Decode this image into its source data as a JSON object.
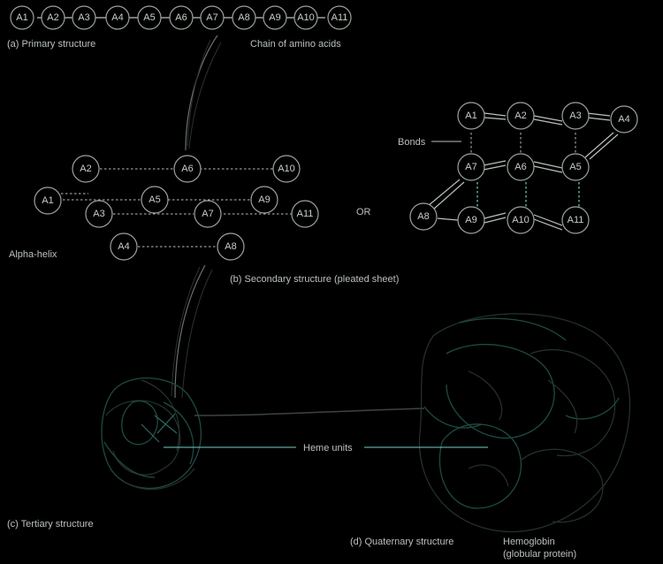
{
  "primary": {
    "nodes": [
      "A1",
      "A2",
      "A3",
      "A4",
      "A5",
      "A6",
      "A7",
      "A8",
      "A9",
      "A10",
      "A11"
    ],
    "caption": "(a) Primary structure",
    "chain_label": "Chain of amino acids"
  },
  "helix": {
    "caption": "Alpha-helix",
    "nodes": {
      "A1": "A1",
      "A2": "A2",
      "A3": "A3",
      "A4": "A4",
      "A5": "A5",
      "A6": "A6",
      "A7": "A7",
      "A8": "A8",
      "A9": "A9",
      "A10": "A10",
      "A11": "A11"
    }
  },
  "or_label": "OR",
  "sheet": {
    "bonds_label": "Bonds",
    "caption": "(b) Secondary structure (pleated sheet)",
    "nodes": {
      "A1": "A1",
      "A2": "A2",
      "A3": "A3",
      "A4": "A4",
      "A5": "A5",
      "A6": "A6",
      "A7": "A7",
      "A8": "A8",
      "A9": "A9",
      "A10": "A10",
      "A11": "A11"
    }
  },
  "tertiary": {
    "caption": "(c) Tertiary structure"
  },
  "heme_label": "Heme units",
  "quaternary": {
    "caption": "(d) Quaternary structure",
    "protein_name": "Hemoglobin",
    "protein_type": "(globular protein)"
  },
  "colors": {
    "background": "#000000",
    "node_stroke": "#9aa49a",
    "text": "#c8cfc8",
    "bond_highlight": "#6fd0c8",
    "protein_ribbon": "#1f4a44"
  }
}
